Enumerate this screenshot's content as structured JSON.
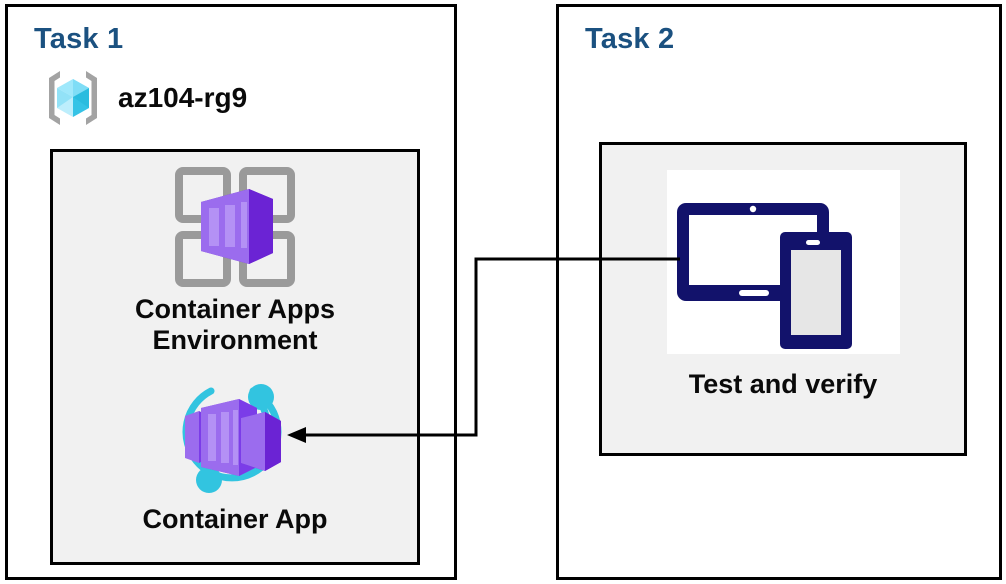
{
  "diagram": {
    "background_color": "#ffffff",
    "panel_border_color": "#000000",
    "inner_box_fill": "#f1f1f1",
    "title_color": "#1b5180",
    "text_color": "#0a0a0a",
    "connector_color": "#000000"
  },
  "task1": {
    "title": "Task 1",
    "resource_group": {
      "icon": "azure-resource-group-icon",
      "label": "az104-rg9",
      "icon_colors": {
        "bracket": "#a3a3a3",
        "cube_light": "#9fe8fb",
        "cube_mid": "#45cdf0",
        "cube_dark": "#2bb8dd"
      }
    },
    "items": [
      {
        "icon": "container-apps-environment-icon",
        "label": "Container Apps\nEnvironment",
        "icon_colors": {
          "frame": "#9a9a9a",
          "box_light": "#a97ff0",
          "box_mid": "#8a4ee4",
          "box_dark": "#6b23d4"
        }
      },
      {
        "icon": "container-app-icon",
        "label": "Container App",
        "icon_colors": {
          "ring": "#32c4e0",
          "box_light": "#a97ff0",
          "box_mid": "#8a4ee4",
          "box_dark": "#6b23d4"
        }
      }
    ]
  },
  "task2": {
    "title": "Task 2",
    "items": [
      {
        "icon": "test-and-verify-devices-icon",
        "label": "Test and verify",
        "icon_colors": {
          "device": "#12126b",
          "screen": "#ffffff",
          "phone_screen": "#e6e6e6",
          "plate": "#ffffff"
        }
      }
    ]
  },
  "connector": {
    "from": "test-and-verify-devices-icon",
    "to": "container-app-icon",
    "arrow_direction": "left",
    "style": "orthogonal-elbow"
  }
}
